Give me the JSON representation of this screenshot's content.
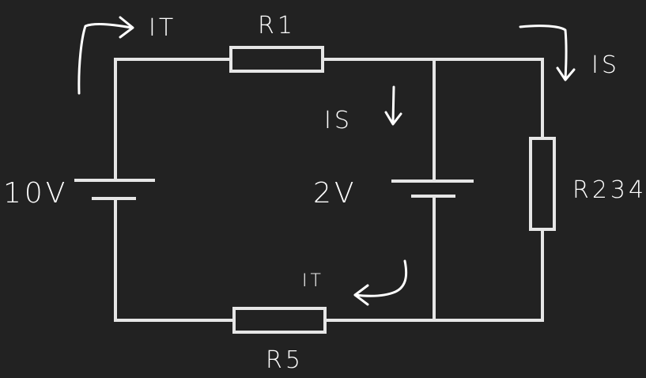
{
  "labels": {
    "r1": "R1",
    "r5": "R5",
    "r234": "R234",
    "source_left": "10V",
    "source_mid": "2V",
    "current_top": "IT",
    "current_right": "IS",
    "current_mid": "IS",
    "current_bottom": "IT"
  },
  "colors": {
    "background": "#222222",
    "wire": "#e6e6e6",
    "ink": "#ffffff"
  }
}
